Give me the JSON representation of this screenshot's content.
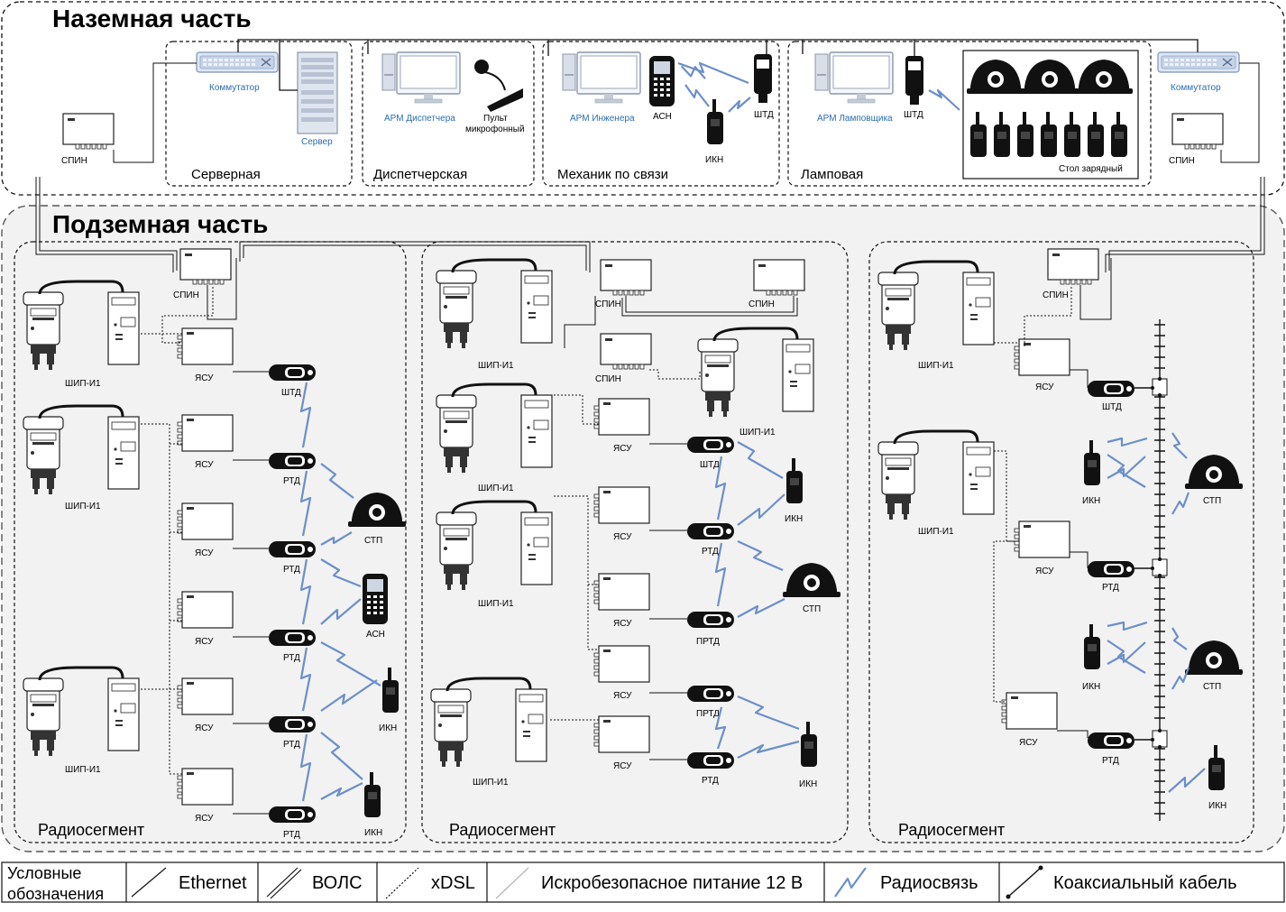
{
  "zones": {
    "surface_title": "Наземная часть",
    "underground_title": "Подземная часть"
  },
  "rooms": {
    "server": "Серверная",
    "dispatch": "Диспетчерская",
    "mechanic": "Механик по связи",
    "lamp": "Ламповая"
  },
  "labels": {
    "switch": "Коммутатор",
    "server": "Сервер",
    "arm_dispatcher": "АРМ Диспетчера",
    "microphone_line1": "Пульт",
    "microphone_line2": "микрофонный",
    "arm_engineer": "АРМ Инженера",
    "arm_lamp": "АРМ Ламповщика",
    "charging_table": "Стол зарядный",
    "spin": "СПИН",
    "yasu": "ЯСУ",
    "ship": "ШИП-И1",
    "shtd": "ШТД",
    "rtd": "РТД",
    "prtd": "ПРТД",
    "stp": "СТП",
    "asn": "АСН",
    "ikn": "ИКН",
    "radiosegment": "Радиосегмент"
  },
  "legend": {
    "title_line1": "Условные",
    "title_line2": "обозначения",
    "items": [
      {
        "label": "Ethernet",
        "icon": "ethernet-line-icon"
      },
      {
        "label": "ВОЛС",
        "icon": "fiber-line-icon"
      },
      {
        "label": "xDSL",
        "icon": "xdsl-line-icon"
      },
      {
        "label": "Искробезопасное питание 12 В",
        "icon": "power-line-icon"
      },
      {
        "label": "Радиосвязь",
        "icon": "radio-zigzag-icon"
      },
      {
        "label": "Коаксиальный кабель",
        "icon": "coax-line-icon"
      }
    ]
  },
  "colors": {
    "radio_link": "#6b8fc9",
    "device_label_blue": "#2b6cb0",
    "underground_fill": "#f2f2f2"
  }
}
